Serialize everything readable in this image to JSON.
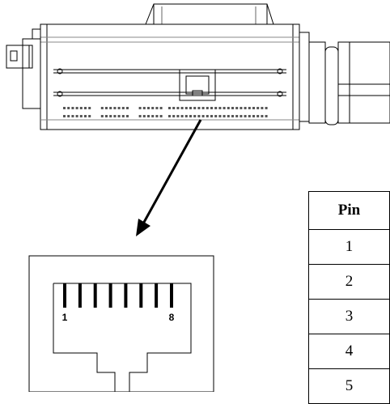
{
  "rj45_connector": {
    "first_pin_label": "1",
    "last_pin_label": "8",
    "pin_count": 8
  },
  "pin_table": {
    "header": "Pin",
    "rows": [
      "1",
      "2",
      "3",
      "4",
      "5"
    ]
  }
}
